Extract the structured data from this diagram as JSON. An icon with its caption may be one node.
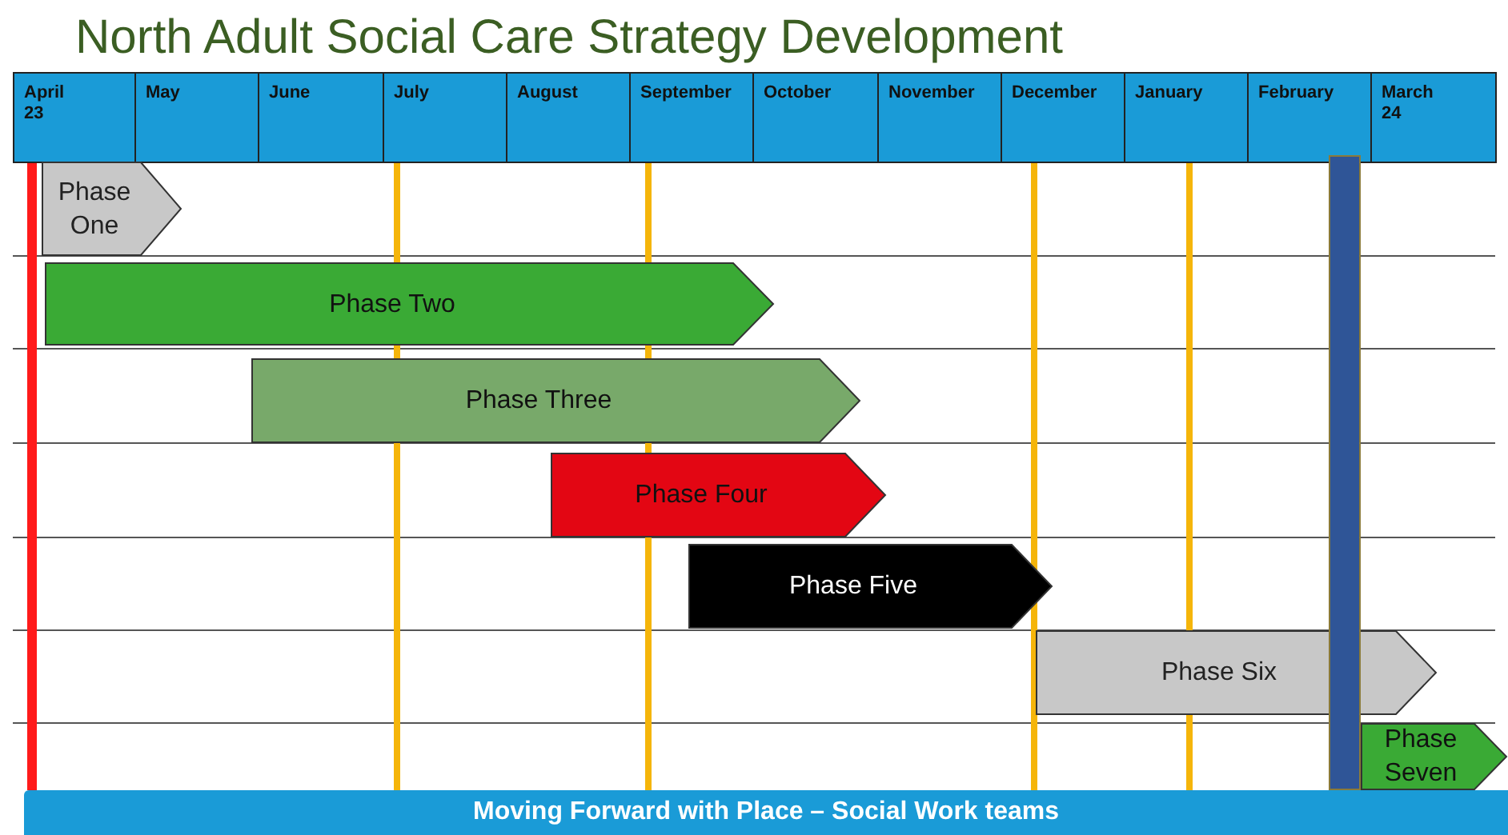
{
  "diagram": {
    "title": "North Adult Social Care Strategy Development",
    "nodes": [
      {
        "text": [
          "April 23"
        ]
      },
      {
        "text": [
          "May"
        ]
      },
      {
        "text": [
          "June"
        ]
      },
      {
        "text": [
          "July"
        ]
      },
      {
        "text": [
          "August"
        ]
      },
      {
        "text": [
          "September"
        ]
      },
      {
        "text": [
          "October"
        ]
      },
      {
        "text": [
          "November"
        ]
      },
      {
        "text": [
          "December"
        ]
      },
      {
        "text": [
          "January"
        ]
      },
      {
        "text": [
          "February"
        ]
      },
      {
        "text": [
          "March 24"
        ]
      },
      {
        "text": [
          "Phase One"
        ]
      },
      {
        "text": [
          "Phase Two"
        ]
      },
      {
        "text": [
          "Phase Three"
        ]
      },
      {
        "text": [
          "Phase Four"
        ]
      },
      {
        "text": [
          "Phase Five"
        ]
      },
      {
        "text": [
          "Phase Six"
        ]
      },
      {
        "text": [
          "Phase Seven"
        ]
      },
      {
        "text": [
          "Moving Forward with Place – Social Work teams"
        ]
      },
      {
        "text": [],
        "shape": "bar"
      }
    ]
  }
}
